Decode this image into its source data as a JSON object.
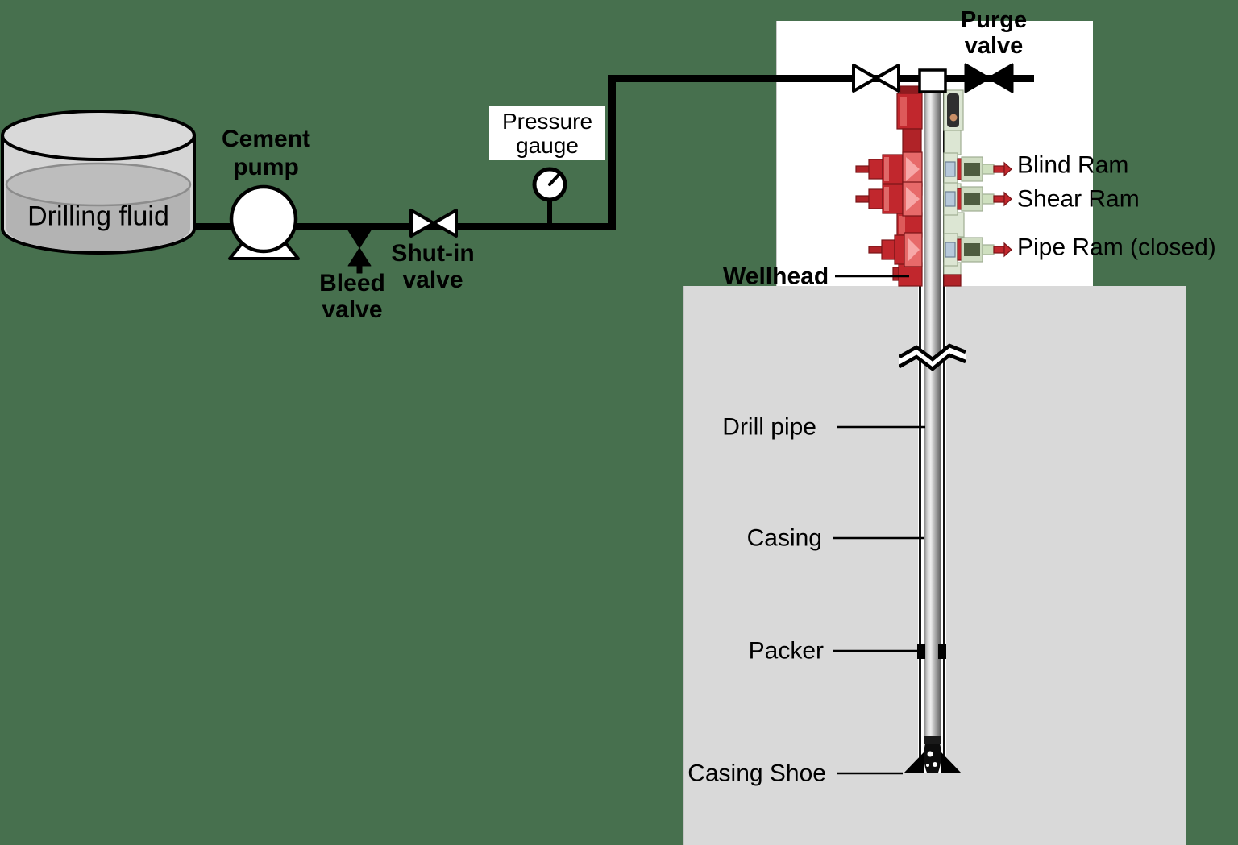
{
  "colors": {
    "background": "#47704E",
    "ground": "#D9D9D9",
    "panel": "#FFFFFF",
    "bop_red": "#C1272D",
    "bop_green": "#DCE6D3",
    "pipe": "#000000",
    "tank_body": "#D5D5D5",
    "tank_fluid": "#B3B3B3"
  },
  "surface_equipment": {
    "tank_label": "Drilling fluid",
    "pump_label": "Cement pump",
    "bleed_valve_label": "Bleed valve",
    "shut_in_valve_label": "Shut-in valve",
    "pressure_gauge_label": "Pressure gauge",
    "purge_valve_label": "Purge valve"
  },
  "bop": {
    "rams": [
      {
        "label": "Blind Ram"
      },
      {
        "label": "Shear Ram"
      },
      {
        "label": "Pipe Ram (closed)"
      }
    ],
    "wellhead_label": "Wellhead"
  },
  "well": {
    "drill_pipe_label": "Drill pipe",
    "casing_label": "Casing",
    "packer_label": "Packer",
    "casing_shoe_label": "Casing Shoe"
  }
}
